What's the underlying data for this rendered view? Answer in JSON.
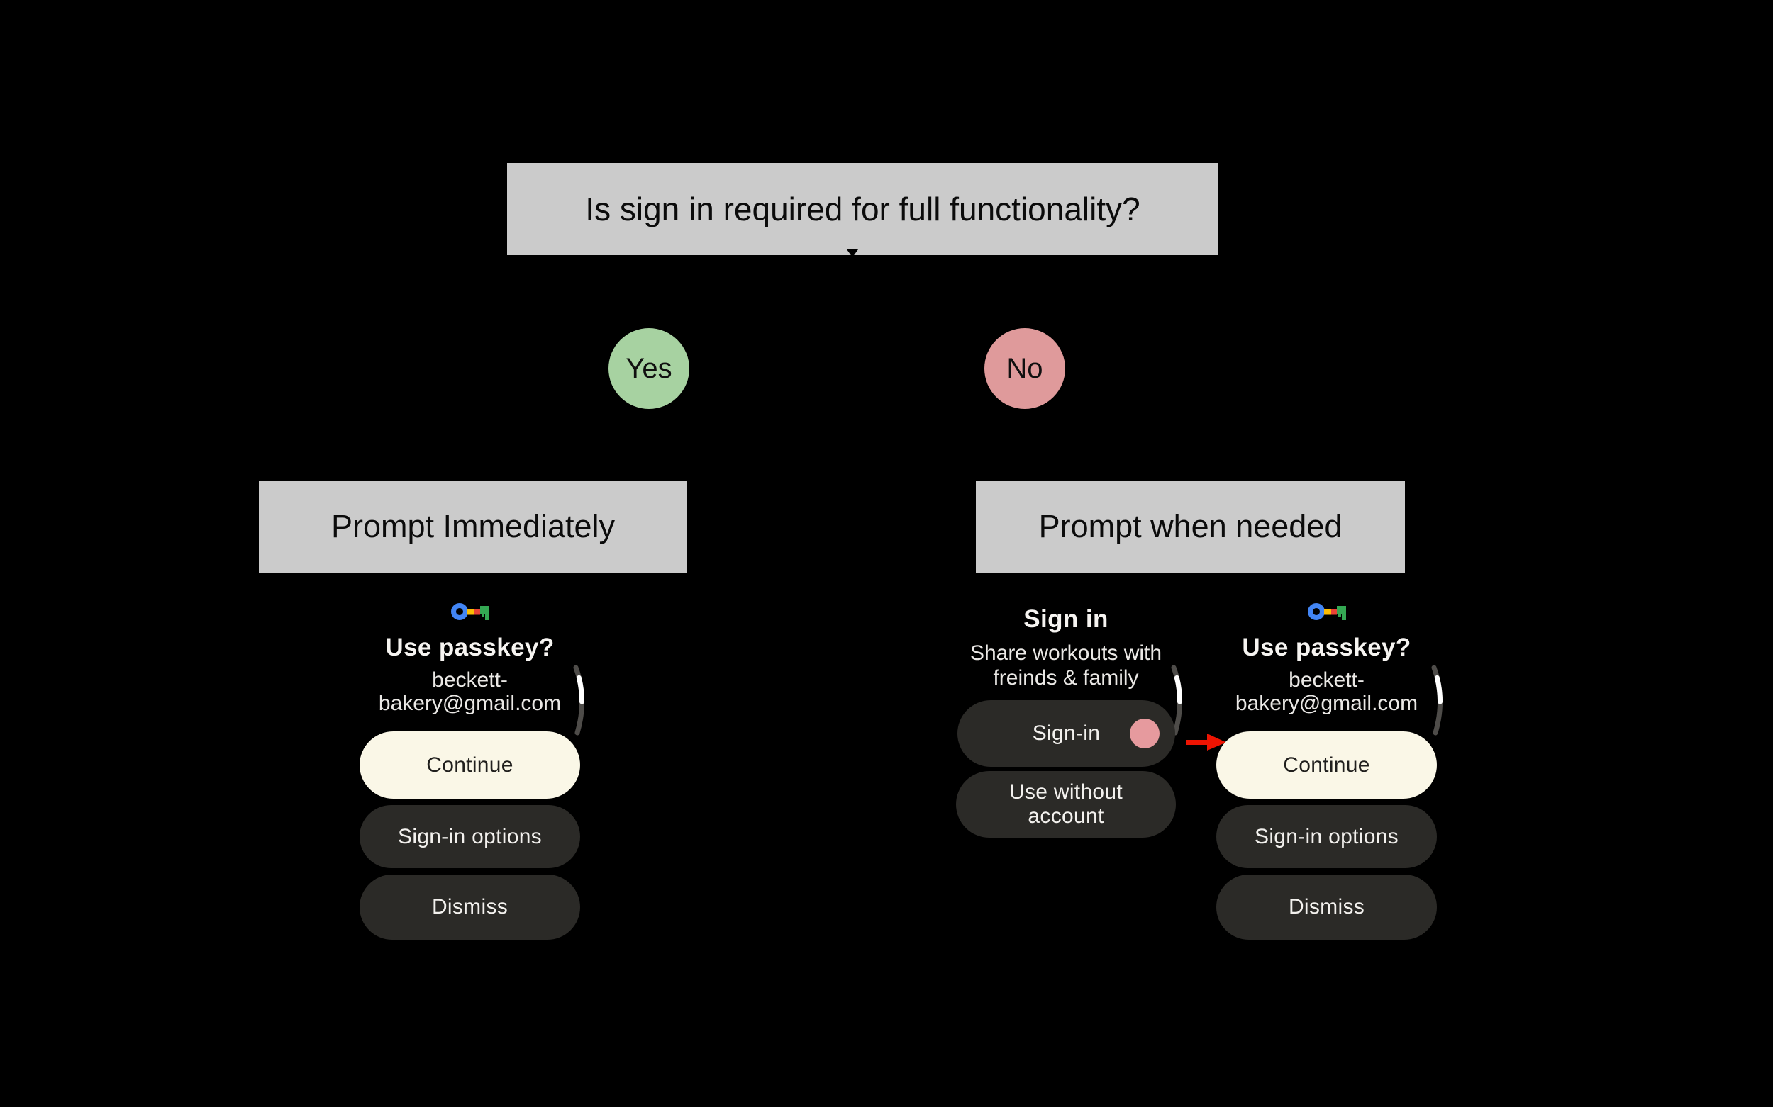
{
  "flowchart": {
    "question": "Is sign in required for full functionality?",
    "yes_label": "Yes",
    "no_label": "No",
    "outcome_yes": "Prompt Immediately",
    "outcome_no": "Prompt when needed"
  },
  "screens": {
    "passkey_immediate": {
      "icon": "google-passkey-icon",
      "title": "Use passkey?",
      "email_lines": [
        "beckett-",
        "bakery@gmail.com"
      ],
      "continue_label": "Continue",
      "signin_options_label": "Sign-in options",
      "dismiss_label": "Dismiss"
    },
    "signin_prompt": {
      "title": "Sign in",
      "subtitle_lines": [
        "Share workouts with",
        "freinds & family"
      ],
      "signin_label": "Sign-in",
      "use_without_lines": [
        "Use without",
        "account"
      ]
    },
    "passkey_when_needed": {
      "icon": "google-passkey-icon",
      "title": "Use passkey?",
      "email_lines": [
        "beckett-",
        "bakery@gmail.com"
      ],
      "continue_label": "Continue",
      "signin_options_label": "Sign-in options",
      "dismiss_label": "Dismiss"
    }
  },
  "colors": {
    "background": "#000000",
    "flow_box": "#cbcbcb",
    "yes_node": "#a7d2a1",
    "no_node": "#df9a9b",
    "primary_button": "#faf7e7",
    "secondary_button": "#2b2a27",
    "tap_indicator": "#e69a9e",
    "flow_arrow": "#ee1402",
    "passkey_blue": "#4285f4",
    "passkey_yellow": "#fbbc04",
    "passkey_red": "#ea4335",
    "passkey_green": "#34a853"
  }
}
